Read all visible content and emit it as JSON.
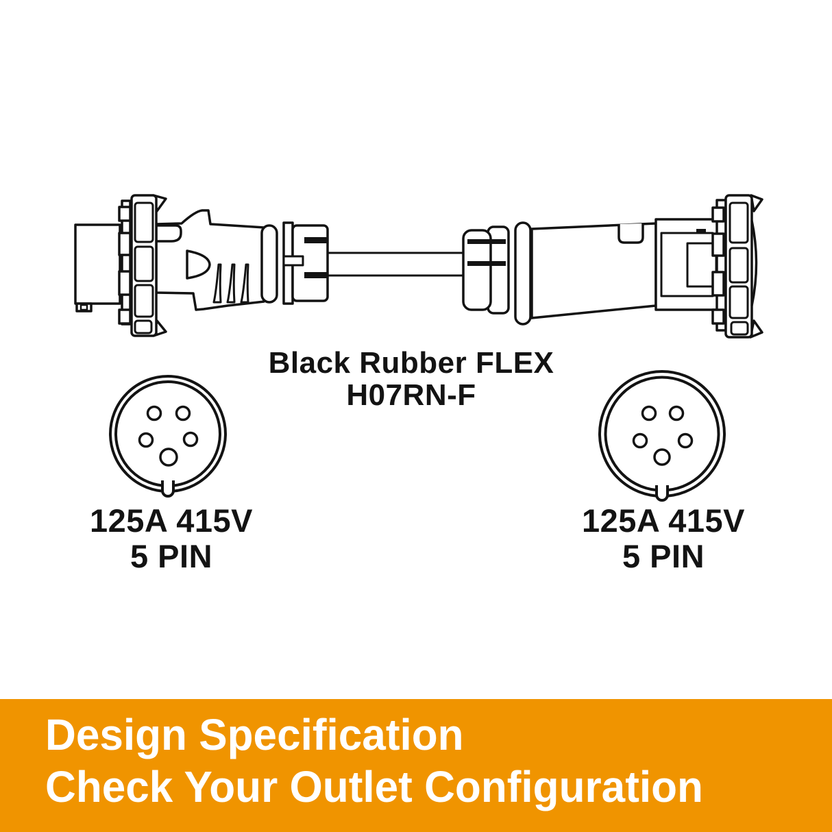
{
  "diagram": {
    "cable_label": {
      "line1": "Black Rubber FLEX",
      "line2": "H07RN-F"
    },
    "left_connector": {
      "type_note": "plug-drawing",
      "rating": "125A 415V",
      "pin_count": "5 PIN"
    },
    "right_connector": {
      "type_note": "socket-drawing",
      "rating": "125A 415V",
      "pin_count": "5 PIN"
    }
  },
  "banner": {
    "line1": "Design Specification",
    "line2": "Check Your Outlet Configuration",
    "background_color": "#F09400",
    "text_color": "#FFFFFF"
  },
  "colors": {
    "line_art": "#131313",
    "background": "#FFFFFF"
  }
}
